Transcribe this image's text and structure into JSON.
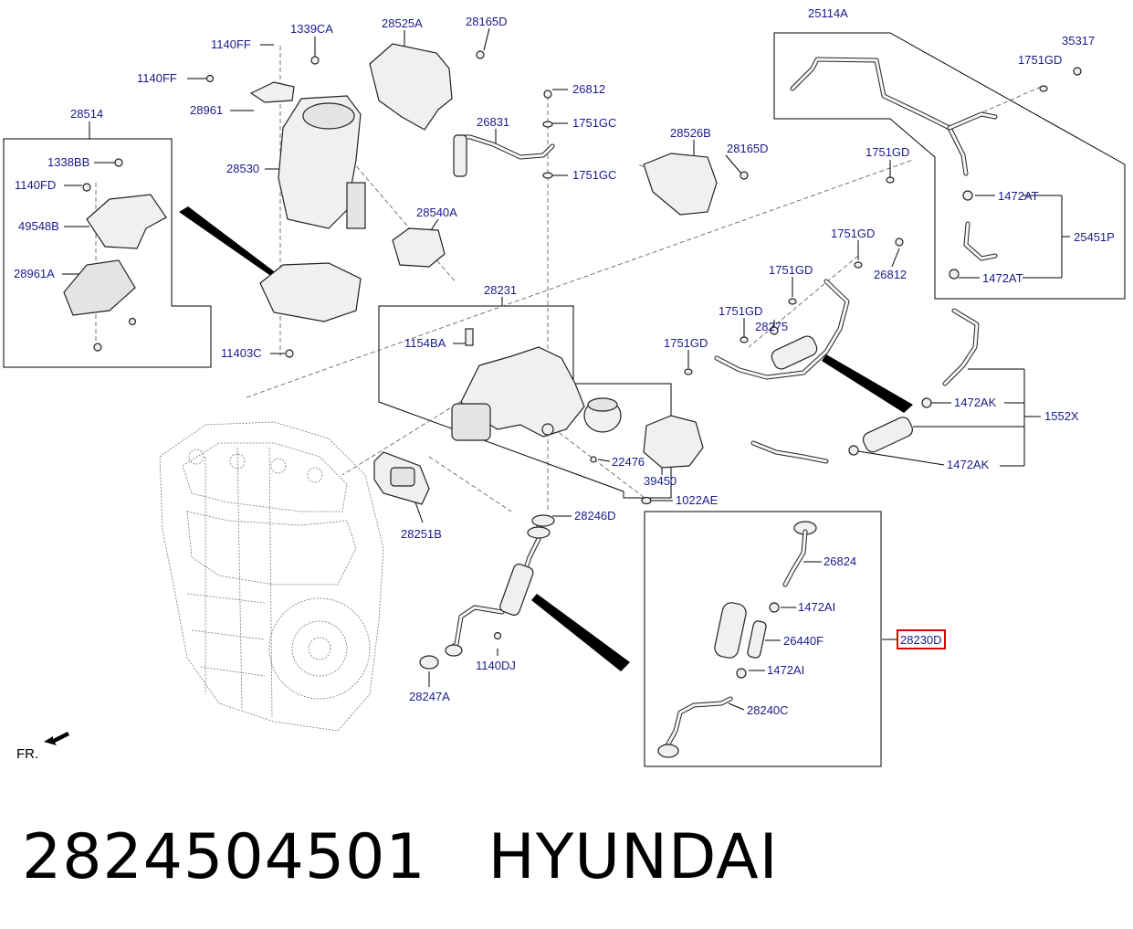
{
  "labels": {
    "l_1140FF_a": "1140FF",
    "l_1339CA": "1339CA",
    "l_28525A": "28525A",
    "l_28165D_a": "28165D",
    "l_25114A": "25114A",
    "l_35317": "35317",
    "l_1751GD_a": "1751GD",
    "l_1140FF_b": "1140FF",
    "l_28514": "28514",
    "l_28961": "28961",
    "l_26812_a": "26812",
    "l_26831": "26831",
    "l_1751GC_a": "1751GC",
    "l_28526B": "28526B",
    "l_28165D_b": "28165D",
    "l_1338BB": "1338BB",
    "l_28530": "28530",
    "l_1751GC_b": "1751GC",
    "l_1751GD_b": "1751GD",
    "l_1140FD": "1140FD",
    "l_1472AT_a": "1472AT",
    "l_49548B": "49548B",
    "l_28540A": "28540A",
    "l_25451P": "25451P",
    "l_1751GD_c": "1751GD",
    "l_28961A": "28961A",
    "l_1751GD_d": "1751GD",
    "l_26812_b": "26812",
    "l_1472AT_b": "1472AT",
    "l_28231": "28231",
    "l_1751GD_e": "1751GD",
    "l_1154BA": "1154BA",
    "l_28275": "28275",
    "l_1751GD_f": "1751GD",
    "l_11403C": "11403C",
    "l_1472AK_a": "1472AK",
    "l_1552X": "1552X",
    "l_22476": "22476",
    "l_1472AK_b": "1472AK",
    "l_39450": "39450",
    "l_1022AE": "1022AE",
    "l_28246D": "28246D",
    "l_28251B": "28251B",
    "l_26824": "26824",
    "l_1472AI_a": "1472AI",
    "l_28230D": "28230D",
    "l_26440F": "26440F",
    "l_1140DJ": "1140DJ",
    "l_1472AI_b": "1472AI",
    "l_28247A": "28247A",
    "l_28240C": "28240C"
  },
  "direction_label": "FR.",
  "caption": {
    "part_number": "2824504501",
    "brand": "HYUNDAI"
  },
  "colors": {
    "label_text": "#1a1a8c",
    "highlight": "#e00000",
    "line": "#000000"
  },
  "icons": [
    "front-direction-arrow-icon"
  ]
}
